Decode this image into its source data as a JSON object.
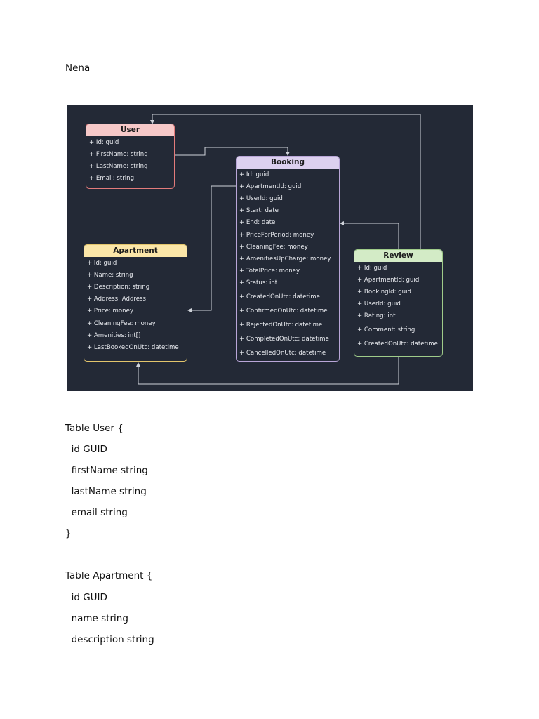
{
  "document": {
    "heading": "Nena",
    "code_lines": [
      "Table User {",
      "  id GUID",
      "  firstName string",
      "  lastName string",
      "  email string",
      "}",
      "Table Apartment {",
      "  id GUID",
      "  name string",
      "  description string"
    ]
  },
  "diagram": {
    "entities": {
      "user": {
        "title": "User",
        "fields": [
          "+ Id: guid",
          "+ FirstName: string",
          "+ LastName: string",
          "+ Email: string"
        ]
      },
      "booking": {
        "title": "Booking",
        "fields": [
          "+ Id: guid",
          "+ ApartmentId: guid",
          "+ UserId: guid",
          "+ Start: date",
          "+ End: date",
          "+ PriceForPeriod: money",
          "+ CleaningFee: money",
          "+ AmenitiesUpCharge: money",
          "+ TotalPrice: money",
          "+ Status: int",
          "+ CreatedOnUtc: datetime",
          "+ ConfirmedOnUtc: datetime",
          "+ RejectedOnUtc: datetime",
          "+ CompletedOnUtc: datetime",
          "+ CancelledOnUtc: datetime"
        ]
      },
      "apartment": {
        "title": "Apartment",
        "fields": [
          "+ Id: guid",
          "+ Name: string",
          "+ Description: string",
          "+ Address: Address",
          "+ Price: money",
          "+ CleaningFee: money",
          "+ Amenities: int[]",
          "+ LastBookedOnUtc: datetime"
        ]
      },
      "review": {
        "title": "Review",
        "fields": [
          "+ Id: guid",
          "+ ApartmentId: guid",
          "+ BookingId: guid",
          "+ UserId: guid",
          "+ Rating: int",
          "+ Comment: string",
          "+ CreatedOnUtc: datetime"
        ]
      }
    },
    "colors": {
      "background": "#232936",
      "user_header": "#f6c8c8",
      "user_border": "#e37b7b",
      "booking_header": "#dcd0ef",
      "booking_border": "#b9a6d8",
      "apartment_header": "#fbe6a8",
      "apartment_border": "#e3c56c",
      "review_header": "#d3ebc6",
      "review_border": "#9fcc8a",
      "connector": "#cfd3da"
    }
  }
}
